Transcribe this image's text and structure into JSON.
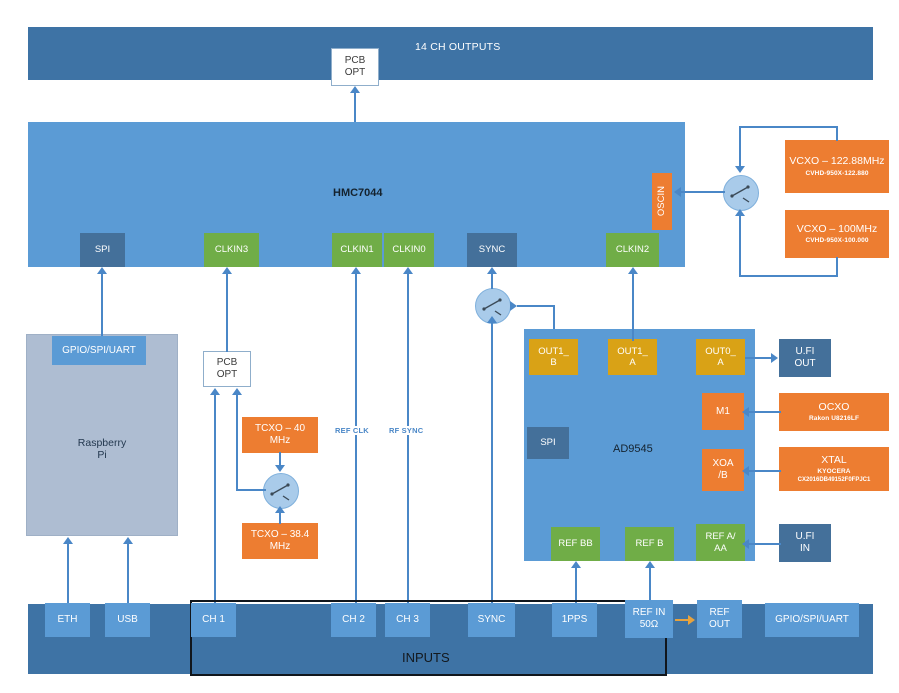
{
  "diagram": {
    "title": "Clock distribution block diagram",
    "colors": {
      "dark_bar": "#3E73A5",
      "mid_blue": "#5B9BD5",
      "port_dark": "#44709A",
      "green": "#70AD47",
      "orange": "#ED7D31",
      "gold": "#D9A216",
      "rpi_gray": "#AEBDD2",
      "line": "#4A87C7",
      "line_gold": "#E8A33D"
    }
  },
  "top_bar": {
    "label": "14 CH OUTPUTS",
    "pcb_opt": {
      "line1": "PCB",
      "line2": "OPT"
    }
  },
  "hmc7044": {
    "name": "HMC7044",
    "ports": [
      {
        "label": "SPI",
        "kind": "dark"
      },
      {
        "label": "CLKIN3",
        "kind": "green"
      },
      {
        "label": "CLKIN1",
        "kind": "green"
      },
      {
        "label": "CLKIN0",
        "kind": "green"
      },
      {
        "label": "SYNC",
        "kind": "dark"
      },
      {
        "label": "CLKIN2",
        "kind": "green"
      }
    ],
    "oscin": "OSCIN"
  },
  "vcxo": [
    {
      "name": "VCXO – 122.88MHz",
      "part": "CVHD-950X-122.880"
    },
    {
      "name": "VCXO – 100MHz",
      "part": "CVHD-950X-100.000"
    }
  ],
  "raspberry_pi": {
    "name_line1": "Raspberry",
    "name_line2": "Pi",
    "header_port": "GPIO/SPI/UART"
  },
  "pcb_opt_mid": {
    "line1": "PCB",
    "line2": "OPT"
  },
  "tcxo": [
    {
      "line1": "TCXO – 40",
      "line2": "MHz"
    },
    {
      "line1": "TCXO – 38.4",
      "line2": "MHz"
    }
  ],
  "line_labels": {
    "ref_clk": "REF CLK",
    "rf_sync": "RF SYNC"
  },
  "ad9545": {
    "name": "AD9545",
    "spi": "SPI",
    "outputs": [
      {
        "line1": "OUT1_",
        "line2": "B"
      },
      {
        "line1": "OUT1_",
        "line2": "A"
      },
      {
        "line1": "OUT0_",
        "line2": "A"
      }
    ],
    "right_ports": [
      {
        "line1": "M1",
        "line2": ""
      },
      {
        "line1": "XOA",
        "line2": "/B"
      }
    ],
    "refs": [
      {
        "line1": "REF BB",
        "line2": ""
      },
      {
        "line1": "REF B",
        "line2": ""
      },
      {
        "line1": "REF A/",
        "line2": "AA"
      }
    ]
  },
  "externals": [
    {
      "name": "U.FI OUT",
      "line1": "U.FI",
      "line2": "OUT",
      "kind": "dark"
    },
    {
      "name": "OCXO",
      "line1": "OCXO",
      "part": "Rakon U8216LF",
      "kind": "orange"
    },
    {
      "name": "XTAL",
      "line1": "XTAL",
      "part": "KYOCERA",
      "part2": "CX2016DB49152F0FPJC1",
      "kind": "orange"
    },
    {
      "name": "U.FI IN",
      "line1": "U.FI",
      "line2": "IN",
      "kind": "dark"
    }
  ],
  "bottom_bar": {
    "inputs_label": "INPUTS",
    "connectors": [
      {
        "line1": "ETH",
        "line2": ""
      },
      {
        "line1": "USB",
        "line2": ""
      },
      {
        "line1": "CH 1",
        "line2": ""
      },
      {
        "line1": "CH 2",
        "line2": ""
      },
      {
        "line1": "CH 3",
        "line2": ""
      },
      {
        "line1": "SYNC",
        "line2": ""
      },
      {
        "line1": "1PPS",
        "line2": ""
      },
      {
        "line1": "REF IN",
        "line2": "50Ω"
      },
      {
        "line1": "REF",
        "line2": "OUT"
      },
      {
        "line1": "GPIO/SPI/UART",
        "line2": ""
      }
    ]
  }
}
